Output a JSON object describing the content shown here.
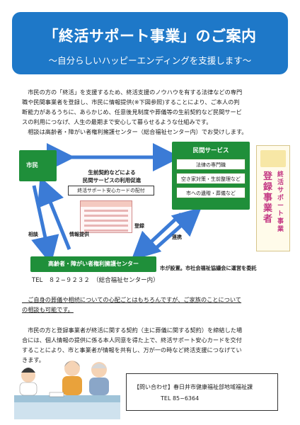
{
  "banner": {
    "title": "「終活サポート事業」のご案内",
    "subtitle": "〜自分らしいハッピーエンディングを支援します〜"
  },
  "intro": {
    "lines": [
      "　市民の方の「終活」を支援するため、終活支援のノウハウを有する法律などの専門",
      "職や民間事業者を登録し、市民に情報提供(※下図参照)することにより、ご本人の判",
      "断能力があるうちに、あらかじめ、任意後見制度や葬儀等の生前契約など民間サービ",
      "スの利用につなげ、人生の最期まで安心して暮らせるような仕組みです。",
      "　相談は高齢者・障がい者権利擁護センター（総合福祉センター内）でお受けします。"
    ]
  },
  "diagram": {
    "citizen": "市民",
    "private_title": "民間サービス",
    "services": [
      "法律の専門職",
      "空き家対策・生前整理など",
      "市への遺贈・葬儀など"
    ],
    "mid_caption_1": "生前契約などによる",
    "mid_caption_2": "民間サービスの利用促進",
    "card_line": "終活サポート安心カードの配付",
    "label_consult": "相談",
    "label_info": "情報提供",
    "label_register": "登録",
    "label_cooperate": "連携",
    "center": "高齢者・障がい者権利擁護センター",
    "city_note": "市が設置。市社会福祉協議会に運営を委託",
    "tel": "TEL　８２−９２３２　（総合福祉センター内）",
    "poster_v1": "終活サポート事業",
    "poster_v2": "登録事業者"
  },
  "para2": {
    "lines": [
      "　ご自身の葬儀や相続についての心配ごとはもちろんですが、ご家族のことについて",
      "の相談も可能です。"
    ]
  },
  "para3": {
    "lines": [
      "　市民の方と登録事業者が終活に関する契約（主に葬儀に関する契約）を締結した場",
      "合には、個人情報の提供に係る本人同意を得た上で、終活サポート安心カードを交付",
      "することにより、市と事業者が情報を共有し、万が一の時など終活支援につなげてい",
      "きます。"
    ]
  },
  "inquiry": {
    "line1": "【問い合わせ】春日井市健康福祉部地域福祉課",
    "line2": "TEL 85−6364"
  },
  "colors": {
    "banner": "#1e78c8",
    "green": "#1f8f3a",
    "arrow": "#3b7bd6",
    "poster_text": "#c43a84"
  }
}
